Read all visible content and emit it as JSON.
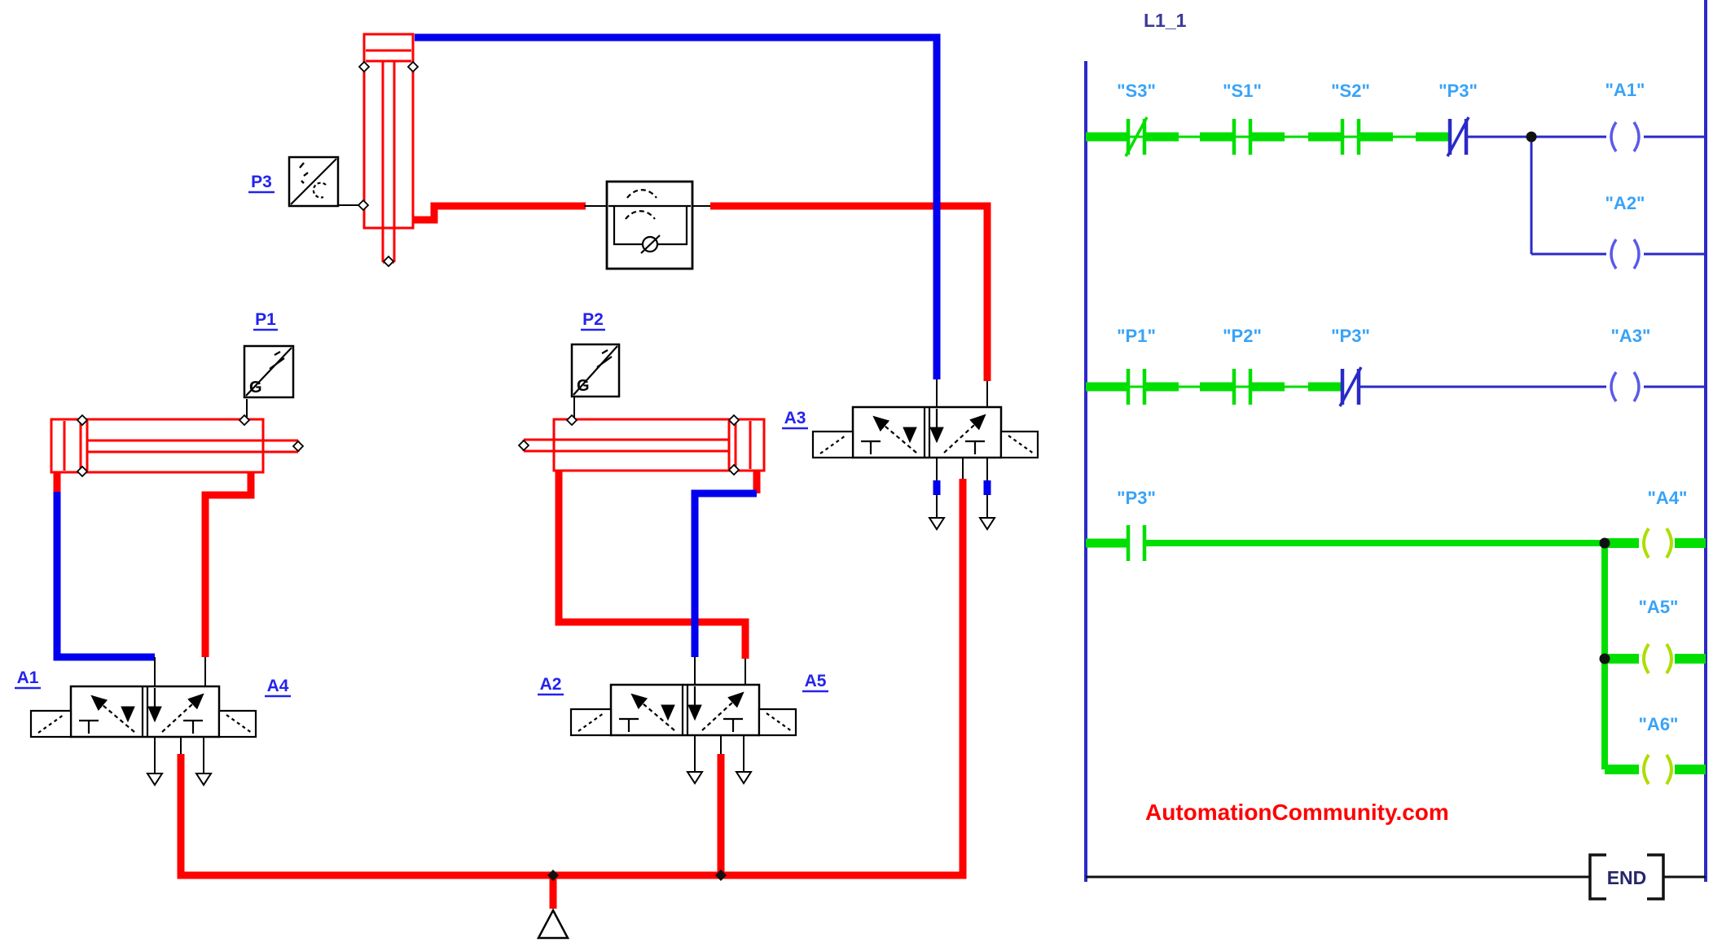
{
  "app_context": "pneumatic circuit with PLC ladder logic simulation",
  "colors": {
    "pressure_line_red": "#ff0000",
    "line_blue": "#0000ee",
    "energized_green": "#00df00",
    "ladder_rail_blue": "#2a2ac8",
    "label_blue": "#2323ee",
    "ladder_tag_cyan": "#38a3f8",
    "watermark_red": "#ff0000",
    "symbol_black": "#000000"
  },
  "pneumatic": {
    "sensor_letter": "G",
    "sensors": {
      "p1": "P1",
      "p2": "P2",
      "p3": "P3"
    },
    "valve_tags": {
      "a1": "A1",
      "a2": "A2",
      "a3": "A3",
      "a4": "A4",
      "a5": "A5"
    }
  },
  "ladder": {
    "network_label": "L1_1",
    "end_label": "END",
    "watermark": "AutomationCommunity.com",
    "rung1": {
      "contacts": [
        {
          "label": "\"S3\"",
          "type": "NC",
          "state": "on"
        },
        {
          "label": "\"S1\"",
          "type": "NO",
          "state": "on"
        },
        {
          "label": "\"S2\"",
          "type": "NO",
          "state": "on"
        },
        {
          "label": "\"P3\"",
          "type": "NC",
          "state": "off"
        }
      ],
      "coils": [
        {
          "label": "\"A1\"",
          "state": "off"
        },
        {
          "label": "\"A2\"",
          "state": "off"
        }
      ]
    },
    "rung2": {
      "contacts": [
        {
          "label": "\"P1\"",
          "type": "NO",
          "state": "on"
        },
        {
          "label": "\"P2\"",
          "type": "NO",
          "state": "on"
        },
        {
          "label": "\"P3\"",
          "type": "NC",
          "state": "off"
        }
      ],
      "coils": [
        {
          "label": "\"A3\"",
          "state": "off"
        }
      ]
    },
    "rung3": {
      "contacts": [
        {
          "label": "\"P3\"",
          "type": "NO",
          "state": "on"
        }
      ],
      "coils": [
        {
          "label": "\"A4\"",
          "state": "on"
        },
        {
          "label": "\"A5\"",
          "state": "on"
        },
        {
          "label": "\"A6\"",
          "state": "on"
        }
      ]
    }
  }
}
